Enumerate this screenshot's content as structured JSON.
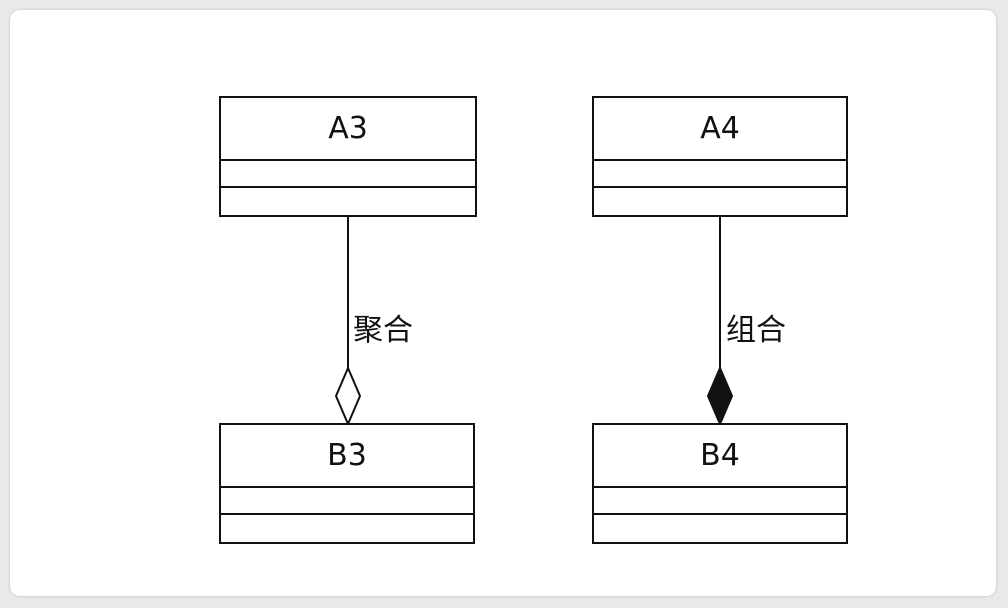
{
  "diagram": {
    "classes": {
      "a3": {
        "name": "A3"
      },
      "b3": {
        "name": "B3"
      },
      "a4": {
        "name": "A4"
      },
      "b4": {
        "name": "B4"
      }
    },
    "relations": {
      "aggregation": {
        "label": "聚合",
        "end_marker": "hollow-diamond"
      },
      "composition": {
        "label": "组合",
        "end_marker": "filled-diamond"
      }
    }
  }
}
